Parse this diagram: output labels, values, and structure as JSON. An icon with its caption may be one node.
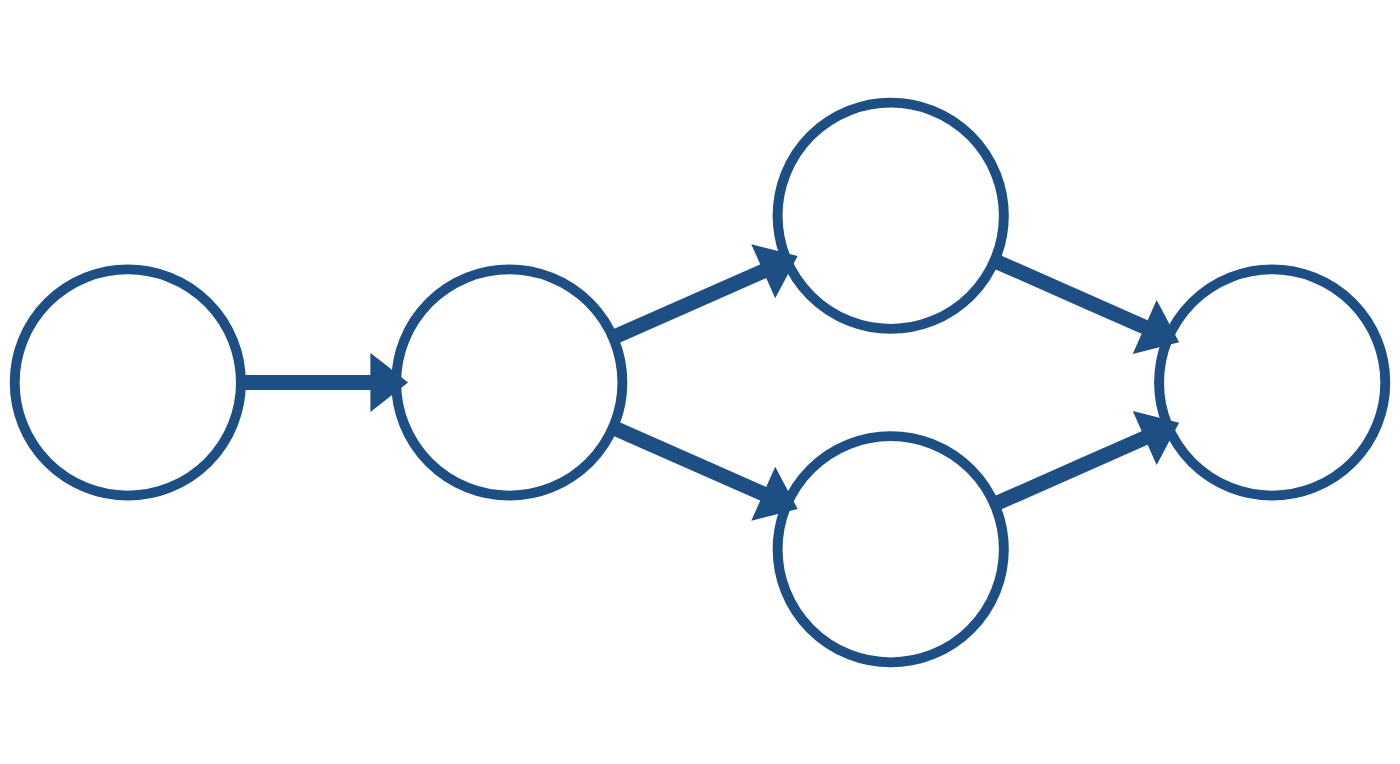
{
  "diagram": {
    "nodes": [
      {
        "text": [],
        "shape": "circle"
      },
      {
        "text": [],
        "shape": "circle"
      },
      {
        "text": [],
        "shape": "circle"
      },
      {
        "text": [],
        "shape": "circle"
      },
      {
        "text": [],
        "shape": "circle"
      }
    ],
    "edges": [
      {
        "from": 0,
        "to": 1,
        "arrow": "to"
      },
      {
        "from": 1,
        "to": 2,
        "arrow": "to"
      },
      {
        "from": 1,
        "to": 3,
        "arrow": "to"
      },
      {
        "from": 2,
        "to": 4,
        "arrow": "to"
      },
      {
        "from": 3,
        "to": 4,
        "arrow": "to"
      }
    ]
  }
}
